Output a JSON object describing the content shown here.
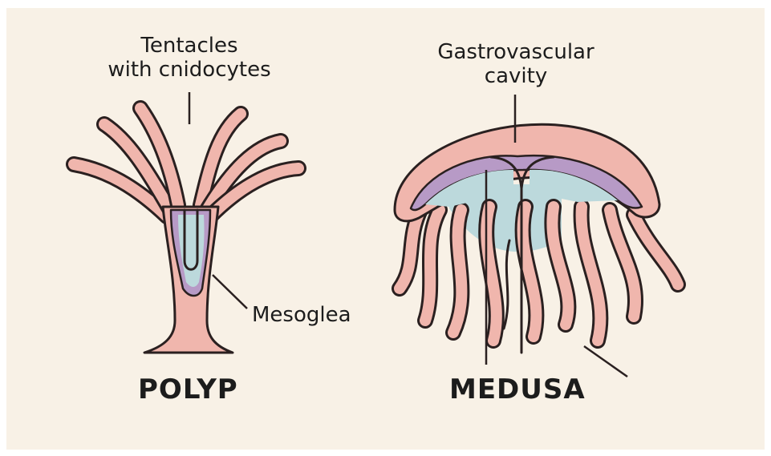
{
  "colors": {
    "background": "#f8f1e6",
    "body_pink": "#f0b6ad",
    "outline": "#2a2020",
    "mesoglea_purple": "#b79ac6",
    "cavity_blue": "#bcd9dc"
  },
  "polyp": {
    "title": "POLYP",
    "label_tentacles_line1": "Tentacles",
    "label_tentacles_line2": "with cnidocytes",
    "label_mesoglea": "Mesoglea"
  },
  "medusa": {
    "title": "MEDUSA",
    "label_cavity_line1": "Gastrovascular",
    "label_cavity_line2": "cavity"
  }
}
